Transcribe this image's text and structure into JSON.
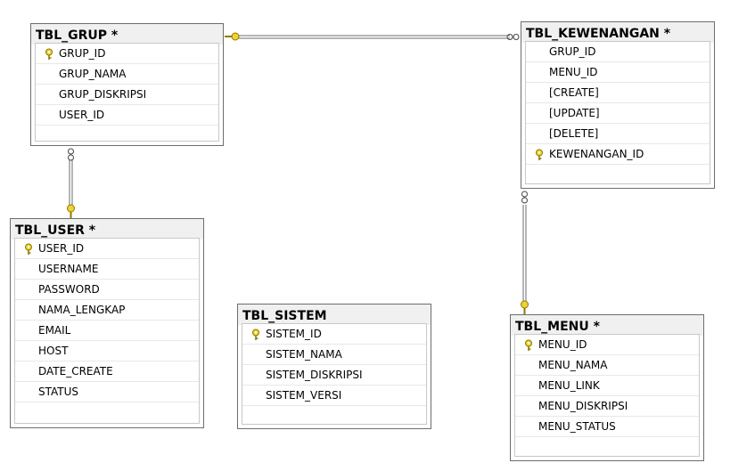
{
  "tables": {
    "grup": {
      "title": "TBL_GRUP *",
      "columns": [
        {
          "name": "GRUP_ID",
          "pk": true
        },
        {
          "name": "GRUP_NAMA",
          "pk": false
        },
        {
          "name": "GRUP_DISKRIPSI",
          "pk": false
        },
        {
          "name": "USER_ID",
          "pk": false
        }
      ]
    },
    "kewenangan": {
      "title": "TBL_KEWENANGAN *",
      "columns": [
        {
          "name": "GRUP_ID",
          "pk": false
        },
        {
          "name": "MENU_ID",
          "pk": false
        },
        {
          "name": "[CREATE]",
          "pk": false
        },
        {
          "name": "[UPDATE]",
          "pk": false
        },
        {
          "name": "[DELETE]",
          "pk": false
        },
        {
          "name": "KEWENANGAN_ID",
          "pk": true
        }
      ]
    },
    "user": {
      "title": "TBL_USER *",
      "columns": [
        {
          "name": "USER_ID",
          "pk": true
        },
        {
          "name": "USERNAME",
          "pk": false
        },
        {
          "name": "PASSWORD",
          "pk": false
        },
        {
          "name": "NAMA_LENGKAP",
          "pk": false
        },
        {
          "name": "EMAIL",
          "pk": false
        },
        {
          "name": "HOST",
          "pk": false
        },
        {
          "name": "DATE_CREATE",
          "pk": false
        },
        {
          "name": "STATUS",
          "pk": false
        }
      ]
    },
    "sistem": {
      "title": "TBL_SISTEM",
      "columns": [
        {
          "name": "SISTEM_ID",
          "pk": true
        },
        {
          "name": "SISTEM_NAMA",
          "pk": false
        },
        {
          "name": "SISTEM_DISKRIPSI",
          "pk": false
        },
        {
          "name": "SISTEM_VERSI",
          "pk": false
        }
      ]
    },
    "menu": {
      "title": "TBL_MENU *",
      "columns": [
        {
          "name": "MENU_ID",
          "pk": true
        },
        {
          "name": "MENU_NAMA",
          "pk": false
        },
        {
          "name": "MENU_LINK",
          "pk": false
        },
        {
          "name": "MENU_DISKRIPSI",
          "pk": false
        },
        {
          "name": "MENU_STATUS",
          "pk": false
        }
      ]
    }
  },
  "relationships": [
    {
      "from": "grup",
      "to": "kewenangan",
      "one_end": "grup",
      "many_end": "kewenangan"
    },
    {
      "from": "user",
      "to": "grup",
      "one_end": "user",
      "many_end": "grup"
    },
    {
      "from": "menu",
      "to": "kewenangan",
      "one_end": "menu",
      "many_end": "kewenangan"
    }
  ],
  "colors": {
    "key": "#f2d22e",
    "key_outline": "#8a7a00",
    "line": "#6d6d6d",
    "header_bg": "#f0f0f0"
  },
  "icons": {
    "primary_key": "key-icon",
    "many_end": "infinity-icon"
  }
}
